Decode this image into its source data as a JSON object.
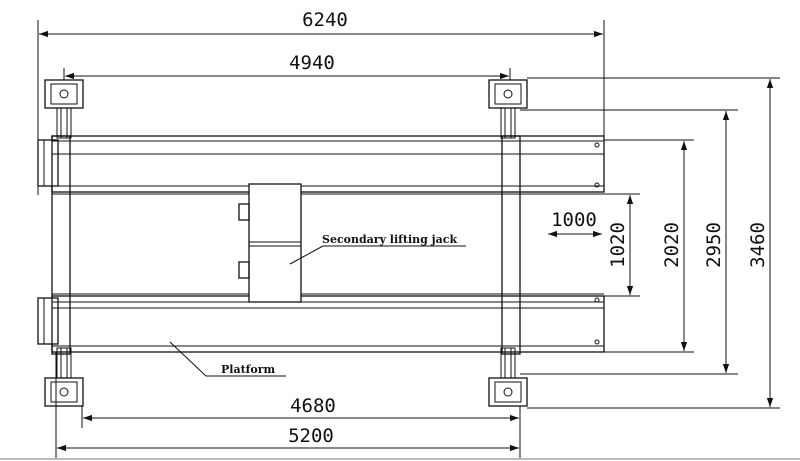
{
  "dimensions": {
    "overall_length": "6240",
    "column_spacing": "4940",
    "bottom_inner": "4680",
    "bottom_outer": "5200",
    "right_outer": "3460",
    "right_mid": "2950",
    "right_inner": "2020",
    "gap_width": "1020",
    "jack_travel": "1000"
  },
  "labels": {
    "jack": "Secondary lifting jack",
    "platform": "Platform"
  }
}
